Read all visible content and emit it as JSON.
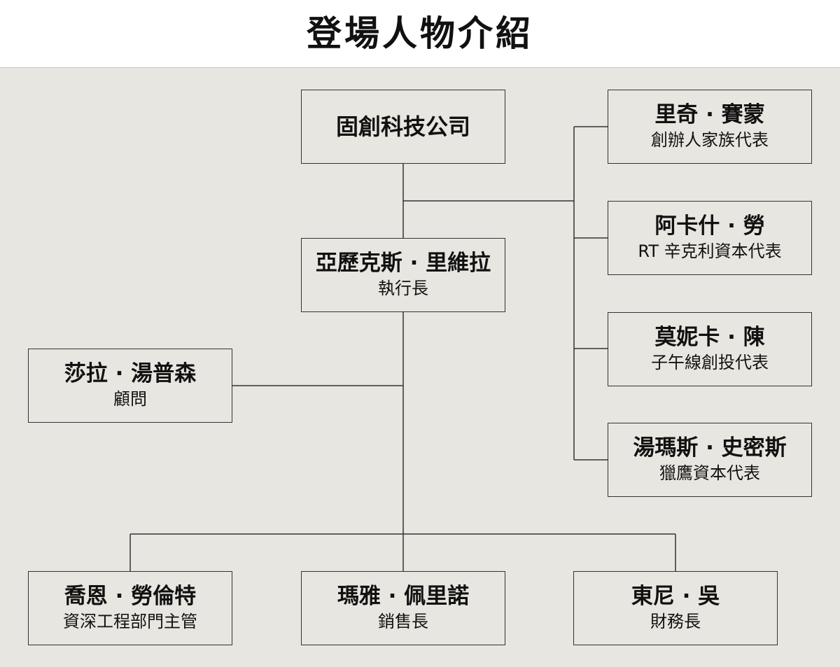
{
  "title": "登場人物介紹",
  "company": {
    "name": "固創科技公司"
  },
  "ceo": {
    "name": "亞歷克斯 · 里維拉",
    "role": "執行長"
  },
  "advisor": {
    "name": "莎拉 · 湯普森",
    "role": "顧問"
  },
  "board": [
    {
      "name": "里奇 · 賽蒙",
      "role": "創辦人家族代表"
    },
    {
      "name": "阿卡什 · 勞",
      "role": "RT 辛克利資本代表"
    },
    {
      "name": "莫妮卡 · 陳",
      "role": "子午線創投代表"
    },
    {
      "name": "湯瑪斯 · 史密斯",
      "role": "獵鷹資本代表"
    }
  ],
  "reports": [
    {
      "name": "喬恩 · 勞倫特",
      "role": "資深工程部門主管"
    },
    {
      "name": "瑪雅 · 佩里諾",
      "role": "銷售長"
    },
    {
      "name": "東尼 · 吳",
      "role": "財務長"
    }
  ]
}
